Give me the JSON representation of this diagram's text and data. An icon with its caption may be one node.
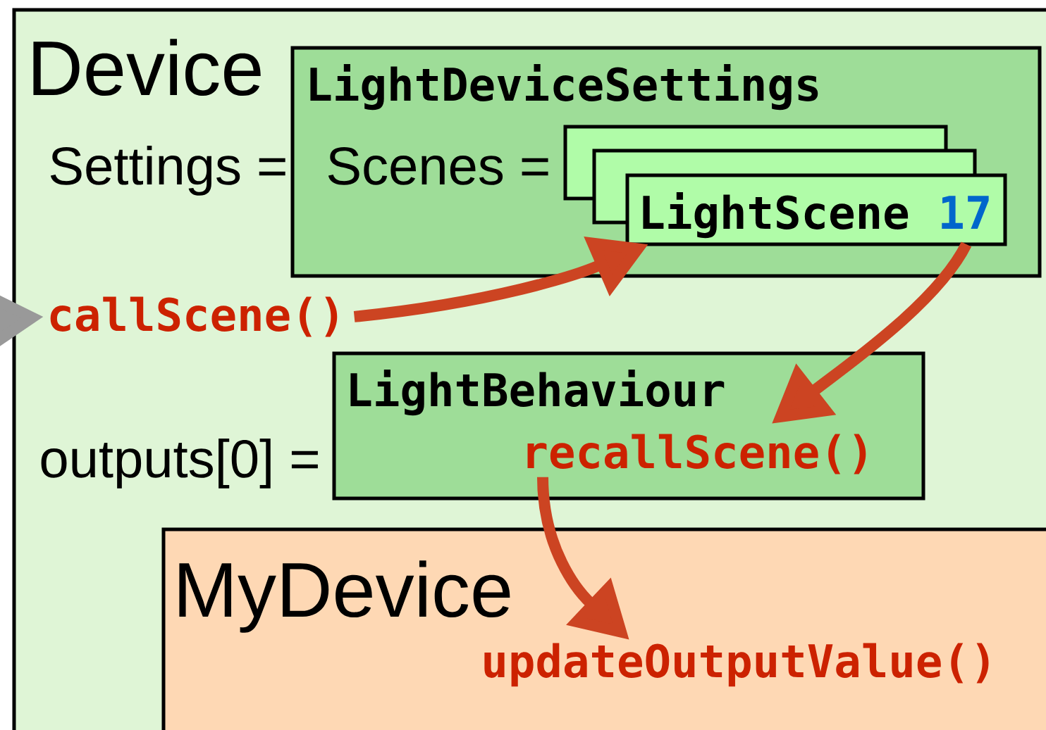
{
  "diagram": {
    "nodes": [
      {
        "text": [
          "Device"
        ]
      },
      {
        "text": [
          "LightDeviceSettings",
          "Scenes ="
        ],
        "in": 0
      },
      {
        "text": [],
        "shape": "box",
        "in": 1
      },
      {
        "text": [],
        "shape": "box",
        "in": 1
      },
      {
        "text": [
          "LightScene",
          "17"
        ],
        "in": 1
      },
      {
        "text": [
          "callScene()"
        ],
        "in": 0
      },
      {
        "text": [
          "LightBehaviour"
        ],
        "in": 0
      },
      {
        "text": [
          "recallScene()"
        ],
        "in": 6
      },
      {
        "text": [
          "MyDevice"
        ],
        "in": 0
      },
      {
        "text": [
          "updateOutputValue()"
        ],
        "in": 8
      }
    ],
    "edges": [
      {
        "from": null,
        "to": 5,
        "arrow": "to",
        "color": "#999999"
      },
      {
        "from": 5,
        "to": 4,
        "arrow": "to"
      },
      {
        "from": 4,
        "to": 7,
        "arrow": "to"
      },
      {
        "from": 7,
        "to": 9,
        "arrow": "to"
      }
    ],
    "labels": [
      "Settings =",
      "outputs[0] ="
    ]
  }
}
